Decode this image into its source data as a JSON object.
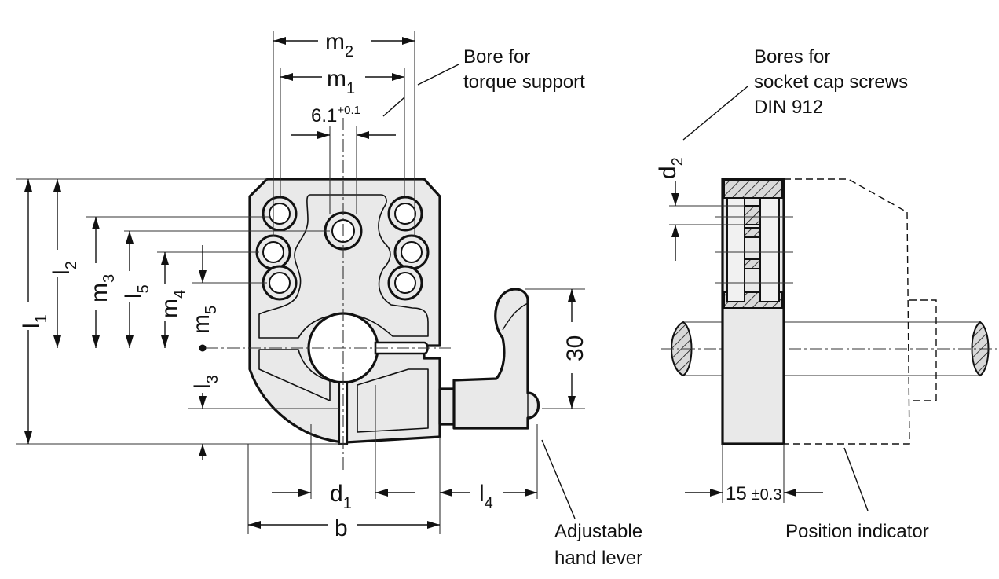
{
  "labels": {
    "m2": "m",
    "m2_sub": "2",
    "m1": "m",
    "m1_sub": "1",
    "width_tol": "6.1",
    "width_tol_sup": "+0.1",
    "l1": "l",
    "l1_sub": "1",
    "l2": "l",
    "l2_sub": "2",
    "m3": "m",
    "m3_sub": "3",
    "l5": "l",
    "l5_sub": "5",
    "m4": "m",
    "m4_sub": "4",
    "m5": "m",
    "m5_sub": "5",
    "l3": "l",
    "l3_sub": "3",
    "d1": "d",
    "d1_sub": "1",
    "b": "b",
    "l4": "l",
    "l4_sub": "4",
    "dim30": "30",
    "d2": "d",
    "d2_sub": "2",
    "thickness": "15",
    "thickness_tol": "±0.3"
  },
  "notes": {
    "torque_line1": "Bore for",
    "torque_line2": "torque support",
    "screws_line1": "Bores for",
    "screws_line2": "socket cap screws",
    "screws_line3": "DIN 912",
    "lever_line1": "Adjustable",
    "lever_line2": "hand lever",
    "position_indicator": "Position indicator"
  },
  "colors": {
    "line": "#111111",
    "fill": "#e9e9e9",
    "background": "#ffffff"
  }
}
